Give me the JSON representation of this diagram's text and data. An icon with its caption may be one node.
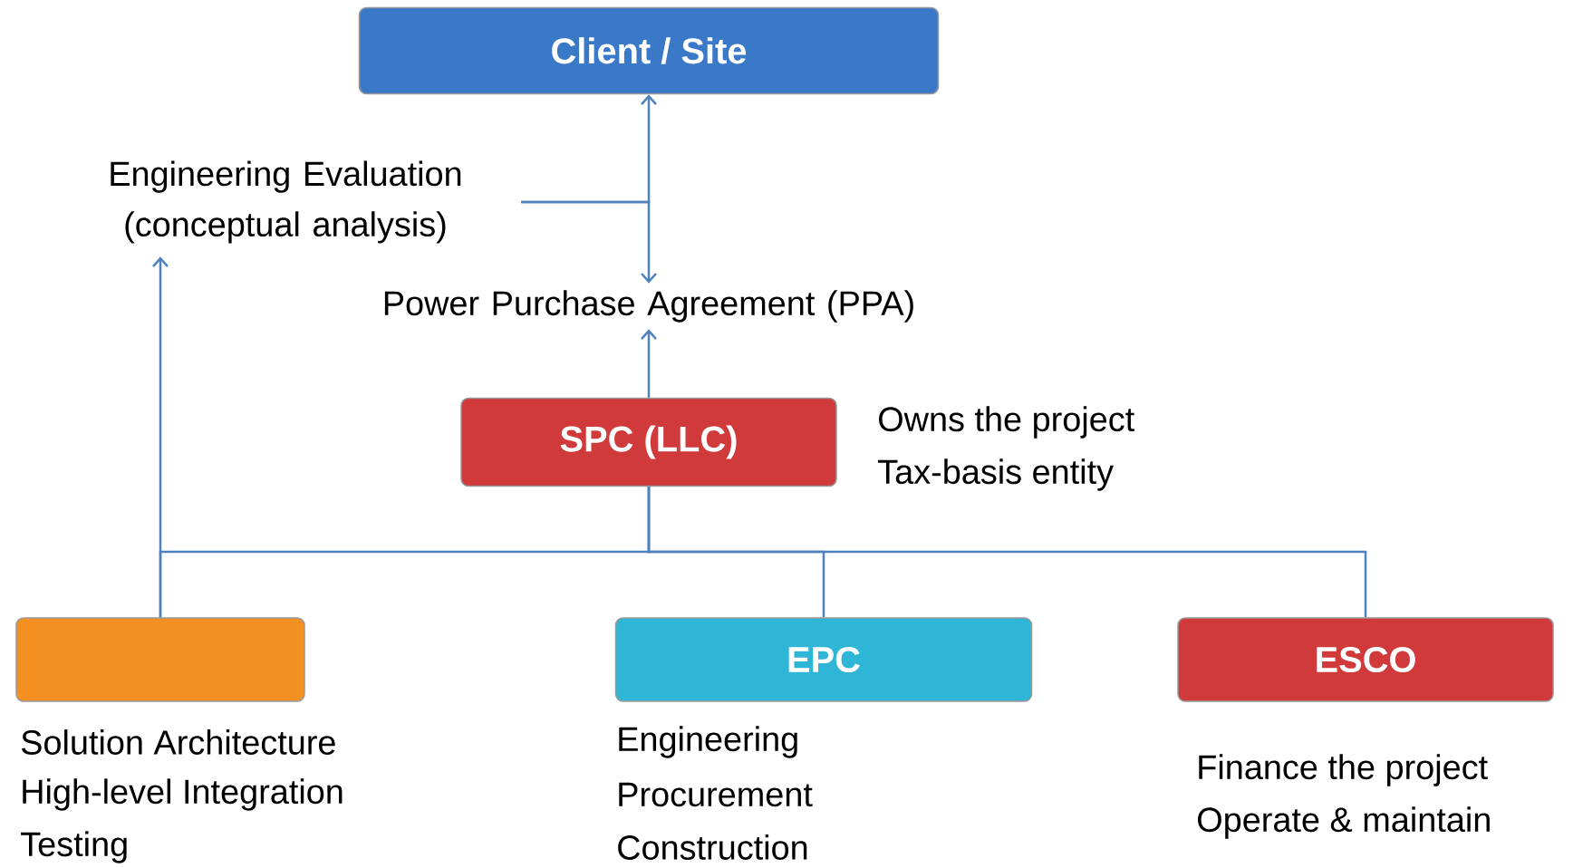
{
  "diagram": {
    "nodes": [
      {
        "text": [
          "Client / Site"
        ]
      },
      {
        "text": [
          "Engineering Evaluation (conceptual analysis)"
        ]
      },
      {
        "text": [
          "Power Purchase Agreement (PPA)"
        ]
      },
      {
        "text": [
          "SPC (LLC)"
        ],
        "beside": [
          "Owns the project",
          "Tax-basis entity"
        ]
      },
      {
        "text": [],
        "shape": "box",
        "beside": [
          "Solution Architecture",
          "High-level Integration",
          "Testing"
        ]
      },
      {
        "text": [
          "EPC"
        ],
        "beside": [
          "Engineering",
          "Procurement",
          "Construction"
        ]
      },
      {
        "text": [
          "ESCO"
        ],
        "beside": [
          "Finance the project",
          "Operate & maintain"
        ]
      }
    ],
    "edges": [
      {
        "from": 1,
        "to": 0,
        "arrow": "to"
      },
      {
        "from": 1,
        "to": 2,
        "arrow": "to"
      },
      {
        "from": 3,
        "to": 2,
        "arrow": "to"
      },
      {
        "from": 4,
        "to": 1,
        "arrow": "to"
      },
      {
        "from": 3,
        "to": 4,
        "arrow": "none"
      },
      {
        "from": 3,
        "to": 5,
        "arrow": "none"
      },
      {
        "from": 3,
        "to": 6,
        "arrow": "none"
      }
    ]
  }
}
